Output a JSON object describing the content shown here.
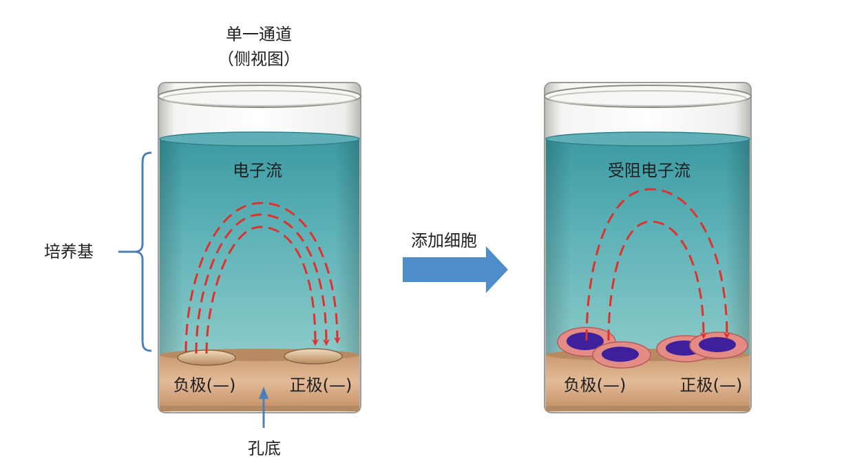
{
  "title": {
    "line1": "单一通道",
    "line2": "（侧视图）"
  },
  "left_well": {
    "current_label": "电子流",
    "electrode_negative": "负极(—)",
    "electrode_positive": "正极(—)"
  },
  "right_well": {
    "current_label": "受阻电子流",
    "electrode_negative": "负极(—)",
    "electrode_positive": "正极(—)"
  },
  "medium_label": "培养基",
  "bottom_label": "孔底",
  "arrow_label": "添加细胞",
  "colors": {
    "medium_top": "#3f9ea6",
    "medium_bottom": "#7cc3c5",
    "base": "#cfa078",
    "dashed_current": "#e0302a",
    "bracket": "#4a7fb8",
    "process_arrow": "#4f8fc9",
    "cell_outer": "#e48b86",
    "cell_inner": "#3e1f9c"
  }
}
